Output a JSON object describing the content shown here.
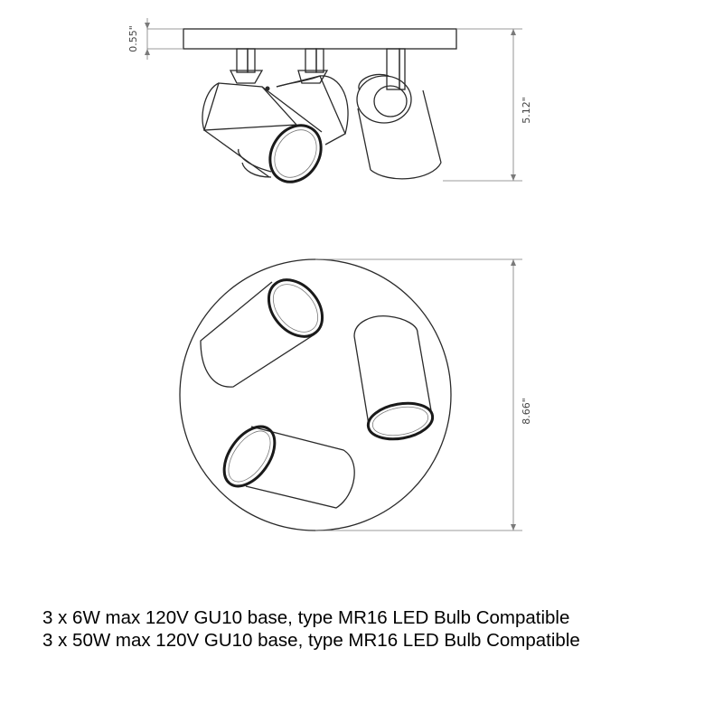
{
  "dimensions": {
    "base_thickness": "0.55\"",
    "height": "5.12\"",
    "diameter": "8.66\""
  },
  "notes": [
    "3 x 6W max 120V GU10 base, type MR16 LED Bulb Compatible",
    "3 x 50W max 120V GU10 base, type MR16 LED Bulb Compatible"
  ],
  "colors": {
    "line": "#2a2a2a",
    "dimension": "#7a7a7a",
    "text": "#000000"
  }
}
